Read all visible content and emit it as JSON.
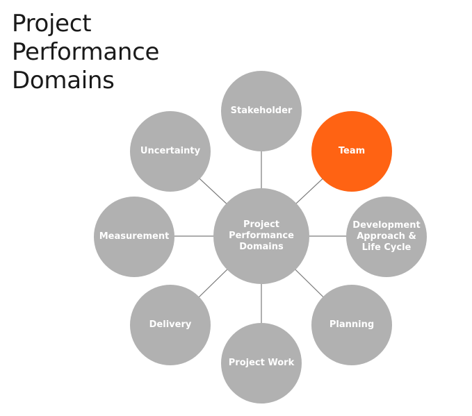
{
  "title": "Project\nPerformance\nDomains",
  "colors": {
    "node_fill": "#b1b1b1",
    "highlight_fill": "#ff6313",
    "connector": "#7a7a7a",
    "label_text": "#ffffff",
    "title_text": "#1a1a1a"
  },
  "center": {
    "label": "Project\nPerformance\nDomains"
  },
  "nodes": {
    "stakeholder": {
      "label": "Stakeholder",
      "highlighted": false
    },
    "team": {
      "label": "Team",
      "highlighted": true
    },
    "development_approach": {
      "label": "Development\nApproach &\nLife Cycle",
      "highlighted": false
    },
    "planning": {
      "label": "Planning",
      "highlighted": false
    },
    "project_work": {
      "label": "Project Work",
      "highlighted": false
    },
    "delivery": {
      "label": "Delivery",
      "highlighted": false
    },
    "measurement": {
      "label": "Measurement",
      "highlighted": false
    },
    "uncertainty": {
      "label": "Uncertainty",
      "highlighted": false
    }
  }
}
